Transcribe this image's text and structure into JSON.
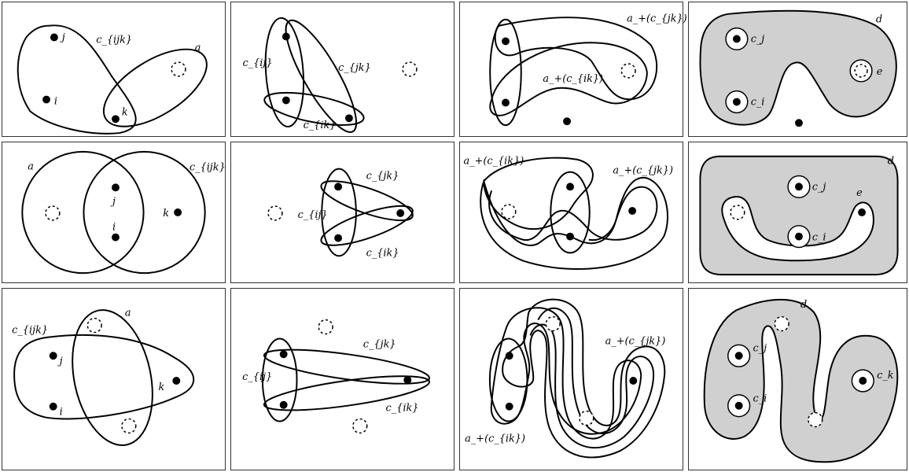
{
  "labels": {
    "j": "j",
    "i": "i",
    "k": "k",
    "a": "a",
    "d": "d",
    "e": "e",
    "c_ijk": "c_{ijk}",
    "c_ij": "c_{ij}",
    "c_jk": "c_{jk}",
    "c_ik": "c_{ik}",
    "c_j": "c_j",
    "c_i": "c_i",
    "c_k": "c_k",
    "a_plus_c_jk": "a_+(c_{jk})",
    "a_plus_c_ik": "a_+(c_{ik})"
  }
}
